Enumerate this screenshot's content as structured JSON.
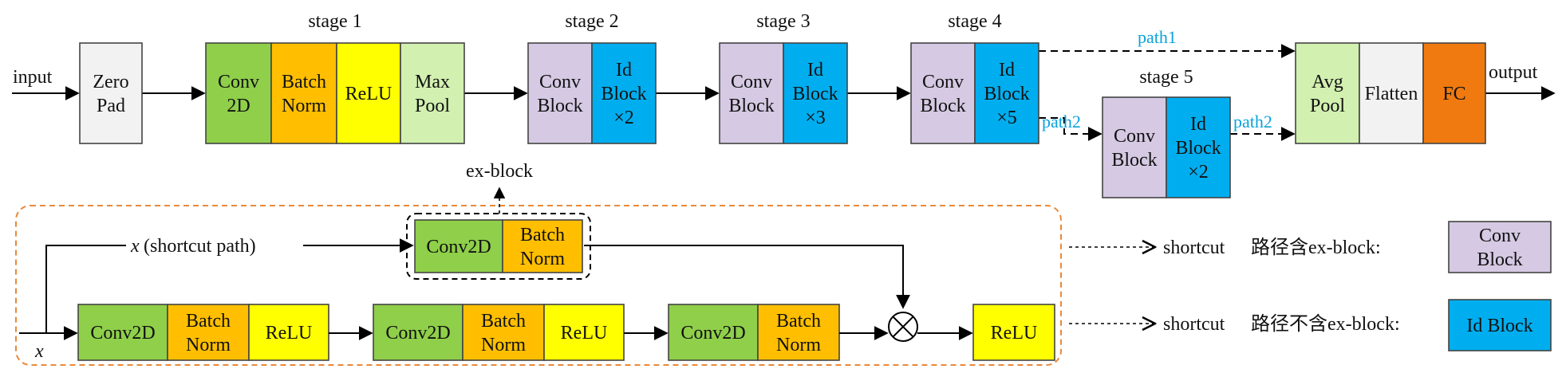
{
  "colors": {
    "conv2d": "#8fcf4a",
    "batchnorm": "#ffbf00",
    "relu": "#ffff00",
    "maxpool": "#d2f0b0",
    "convblock": "#d5c9e3",
    "idblock": "#00aeef",
    "zeropad": "#f2f2f2",
    "flatten": "#f2f2f2",
    "fc": "#f07a10",
    "avgpool": "#d2f0b0",
    "path_label": "#0aa2dc",
    "residual_border": "#e88a3a"
  },
  "labels": {
    "input": "input",
    "output": "output",
    "path1": "path1",
    "path2a": "path2",
    "path2b": "path2",
    "exblock": "ex-block",
    "shortcut_x": "x",
    "shortcut_text": "(shortcut path)",
    "x_bottom": "x",
    "multiply": "⊗"
  },
  "stages": {
    "s1": "stage 1",
    "s2": "stage 2",
    "s3": "stage 3",
    "s4": "stage 4",
    "s5": "stage 5"
  },
  "blocks": {
    "zeropad": [
      "Zero",
      "Pad"
    ],
    "conv2d_s1": [
      "Conv",
      "2D"
    ],
    "bn_s1": [
      "Batch",
      "Norm"
    ],
    "relu_s1": [
      "ReLU"
    ],
    "maxpool": [
      "Max",
      "Pool"
    ],
    "convblock_s2": [
      "Conv",
      "Block"
    ],
    "idblock_s2": [
      "Id",
      "Block",
      "×2"
    ],
    "convblock_s3": [
      "Conv",
      "Block"
    ],
    "idblock_s3": [
      "Id",
      "Block",
      "×3"
    ],
    "convblock_s4": [
      "Conv",
      "Block"
    ],
    "idblock_s4": [
      "Id",
      "Block",
      "×5"
    ],
    "convblock_s5": [
      "Conv",
      "Block"
    ],
    "idblock_s5": [
      "Id",
      "Block",
      "×2"
    ],
    "avgpool": [
      "Avg",
      "Pool"
    ],
    "flatten": [
      "Flatten"
    ],
    "fc": [
      "FC"
    ],
    "ex_conv": [
      "Conv2D"
    ],
    "ex_bn": [
      "Batch",
      "Norm"
    ],
    "r_conv1": [
      "Conv2D"
    ],
    "r_bn1": [
      "Batch",
      "Norm"
    ],
    "r_relu1": [
      "ReLU"
    ],
    "r_conv2": [
      "Conv2D"
    ],
    "r_bn2": [
      "Batch",
      "Norm"
    ],
    "r_relu2": [
      "ReLU"
    ],
    "r_conv3": [
      "Conv2D"
    ],
    "r_bn3": [
      "Batch",
      "Norm"
    ],
    "r_relu_out": [
      "ReLU"
    ]
  },
  "legend": {
    "row1_prefix": "shortcut",
    "row1_text": "路径含ex-block:",
    "row1_box": [
      "Conv",
      "Block"
    ],
    "row2_prefix": "shortcut",
    "row2_text": "路径不含ex-block:",
    "row2_box": [
      "Id Block"
    ]
  }
}
